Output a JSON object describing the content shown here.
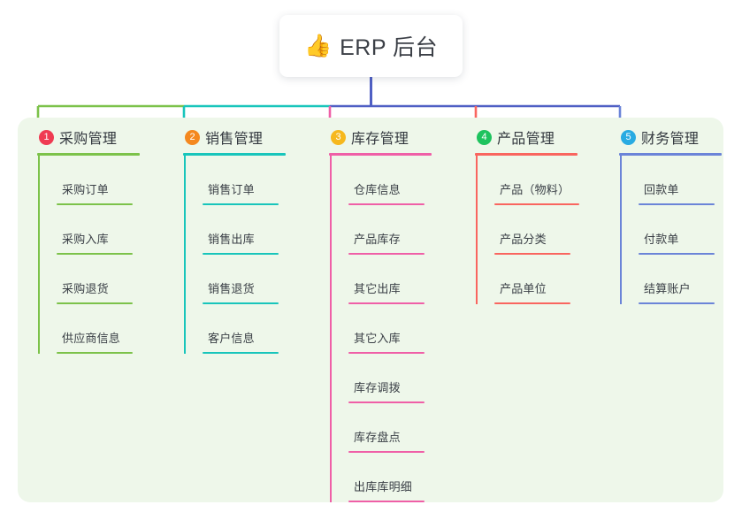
{
  "root": {
    "icon": "thumbs-up-icon",
    "emoji": "👍",
    "title": "ERP 后台"
  },
  "theme": {
    "panel_bg": "#eef7ea",
    "page_bg": "#ffffff",
    "root_stem": "#4f5fc4",
    "text": "#33383f"
  },
  "columns": [
    {
      "index": "1",
      "badge_number": "1",
      "badge_color": "#ef3b52",
      "line_color": "#7cc24a",
      "title": "采购管理",
      "items": [
        {
          "label": "采购订单"
        },
        {
          "label": "采购入库"
        },
        {
          "label": "采购退货"
        },
        {
          "label": "供应商信息"
        }
      ]
    },
    {
      "index": "2",
      "badge_number": "2",
      "badge_color": "#f4881f",
      "line_color": "#18c5bb",
      "title": "销售管理",
      "items": [
        {
          "label": "销售订单"
        },
        {
          "label": "销售出库"
        },
        {
          "label": "销售退货"
        },
        {
          "label": "客户信息"
        }
      ]
    },
    {
      "index": "3",
      "badge_number": "3",
      "badge_color": "#f6b81d",
      "line_color": "#ef5fa7",
      "title": "库存管理",
      "items": [
        {
          "label": "仓库信息"
        },
        {
          "label": "产品库存"
        },
        {
          "label": "其它出库"
        },
        {
          "label": "其它入库"
        },
        {
          "label": "库存调拨"
        },
        {
          "label": "库存盘点"
        },
        {
          "label": "出库库明细"
        }
      ]
    },
    {
      "index": "4",
      "badge_number": "4",
      "badge_color": "#1ec35e",
      "line_color": "#f9655f",
      "title": "产品管理",
      "items": [
        {
          "label": "产品（物料）",
          "wide": true
        },
        {
          "label": "产品分类"
        },
        {
          "label": "产品单位"
        }
      ]
    },
    {
      "index": "5",
      "badge_number": "5",
      "badge_color": "#29abe2",
      "line_color": "#6b84d8",
      "title": "财务管理",
      "items": [
        {
          "label": "回款单"
        },
        {
          "label": "付款单"
        },
        {
          "label": "结算账户"
        }
      ]
    }
  ]
}
